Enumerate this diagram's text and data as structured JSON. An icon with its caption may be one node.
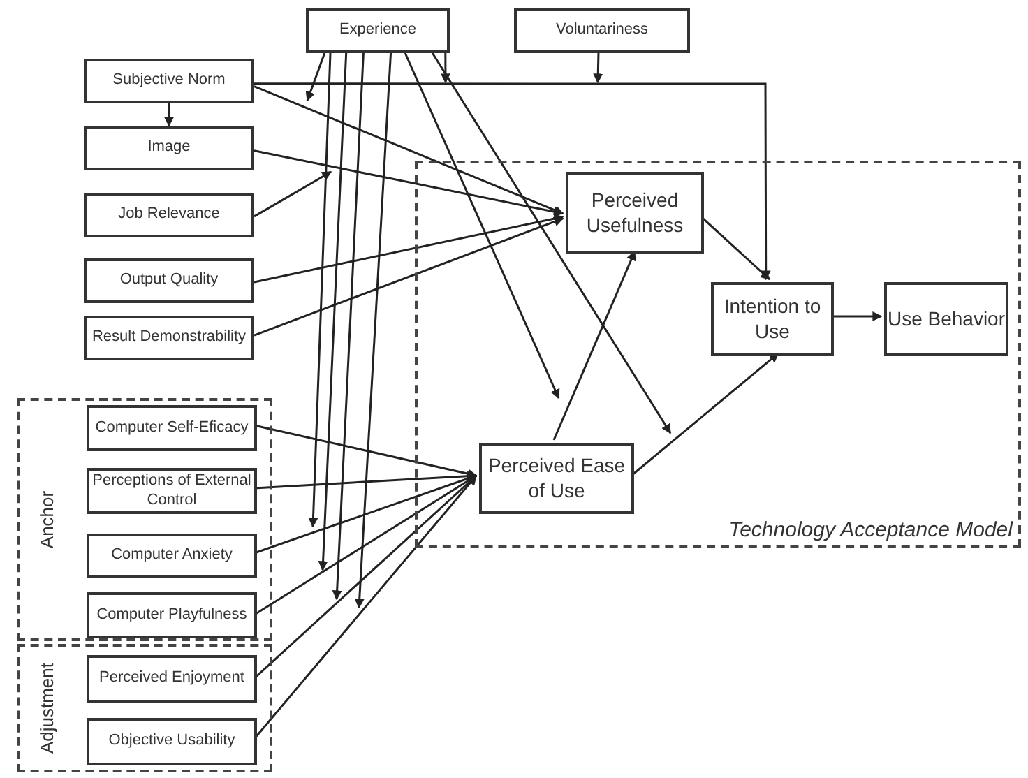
{
  "diagram": {
    "nodes": [
      {
        "text": [
          "Experience"
        ]
      },
      {
        "text": [
          "Voluntariness"
        ]
      },
      {
        "text": [
          "Subjective Norm"
        ]
      },
      {
        "text": [
          "Image"
        ]
      },
      {
        "text": [
          "Job Relevance"
        ]
      },
      {
        "text": [
          "Output Quality"
        ]
      },
      {
        "text": [
          "Result Demonstrability"
        ]
      },
      {
        "text": [
          "Anchor"
        ]
      },
      {
        "text": [
          "Computer Self-Eficacy"
        ],
        "in": 7
      },
      {
        "text": [
          "Perceptions of External Control"
        ],
        "in": 7
      },
      {
        "text": [
          "Computer Anxiety"
        ],
        "in": 7
      },
      {
        "text": [
          "Computer Playfulness"
        ],
        "in": 7
      },
      {
        "text": [
          "Adjustment"
        ]
      },
      {
        "text": [
          "Perceived Enjoyment"
        ],
        "in": 12
      },
      {
        "text": [
          "Objective Usability"
        ],
        "in": 12
      },
      {
        "text": [
          "Technology Acceptance Model"
        ]
      },
      {
        "text": [
          "Perceived Usefulness"
        ],
        "in": 15
      },
      {
        "text": [
          "Perceived Ease of Use"
        ],
        "in": 15
      },
      {
        "text": [
          "Intention to Use"
        ],
        "in": 15
      },
      {
        "text": [
          "Use Behavior"
        ],
        "in": 15
      }
    ],
    "edges": [
      {
        "from": 2,
        "to": 3,
        "arrow": "to"
      },
      {
        "from": 2,
        "to": 16,
        "arrow": "to"
      },
      {
        "from": 2,
        "to": 18,
        "arrow": "to"
      },
      {
        "from": 3,
        "to": 16,
        "arrow": "to"
      },
      {
        "from": 4,
        "to": null,
        "arrow": "to"
      },
      {
        "from": 5,
        "to": 16,
        "arrow": "to"
      },
      {
        "from": 6,
        "to": 16,
        "arrow": "to"
      },
      {
        "from": 8,
        "to": 17,
        "arrow": "to"
      },
      {
        "from": 9,
        "to": 17,
        "arrow": "to"
      },
      {
        "from": 10,
        "to": 17,
        "arrow": "to"
      },
      {
        "from": 11,
        "to": 17,
        "arrow": "to"
      },
      {
        "from": 13,
        "to": 17,
        "arrow": "to"
      },
      {
        "from": 14,
        "to": 17,
        "arrow": "to"
      },
      {
        "from": 17,
        "to": 16,
        "arrow": "to"
      },
      {
        "from": 16,
        "to": 18,
        "arrow": "to"
      },
      {
        "from": 17,
        "to": 18,
        "arrow": "to"
      },
      {
        "from": 18,
        "to": 19,
        "arrow": "to"
      },
      {
        "from": 0,
        "to": null,
        "arrow": "to"
      },
      {
        "from": 0,
        "to": null,
        "arrow": "to"
      },
      {
        "from": 0,
        "to": null,
        "arrow": "to"
      },
      {
        "from": 0,
        "to": null,
        "arrow": "to"
      },
      {
        "from": 0,
        "to": null,
        "arrow": "to"
      },
      {
        "from": 0,
        "to": null,
        "arrow": "to"
      },
      {
        "from": 0,
        "to": null,
        "arrow": "to"
      },
      {
        "from": 0,
        "to": null,
        "arrow": "to"
      },
      {
        "from": 1,
        "to": null,
        "arrow": "to"
      }
    ]
  }
}
